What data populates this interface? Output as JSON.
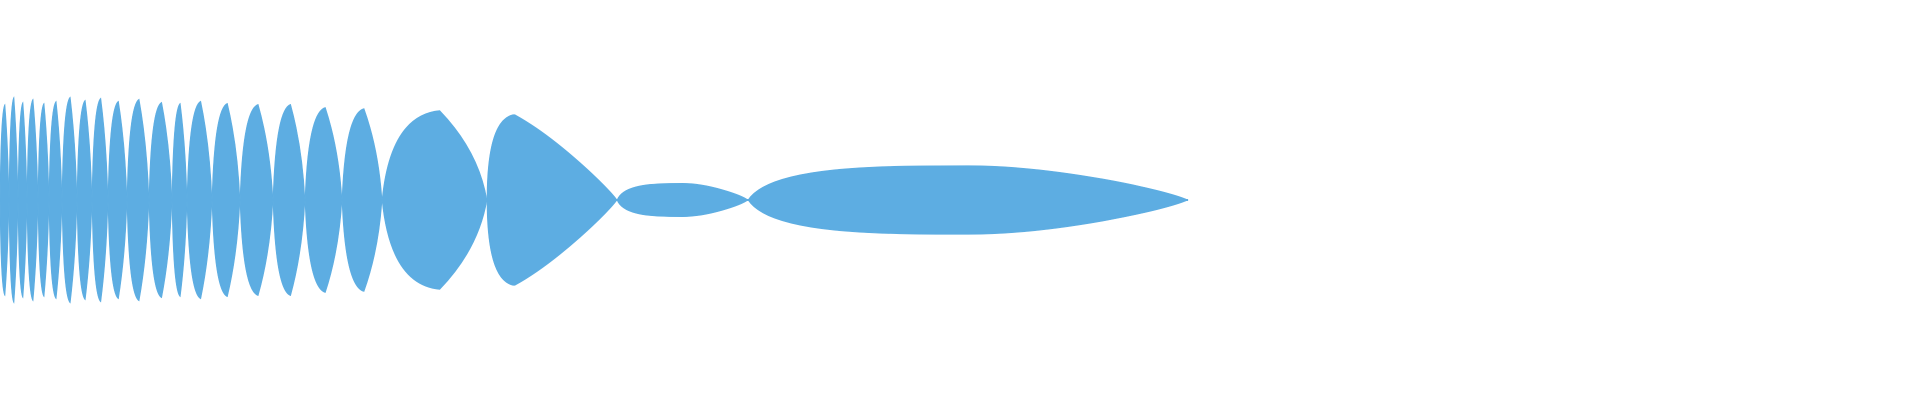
{
  "colors": {
    "background": "#ffffff",
    "waveform": "#5dade2"
  },
  "chart_data": {
    "type": "area",
    "title": "",
    "xlabel": "",
    "ylabel": "",
    "xlim": [
      0,
      1920
    ],
    "ylim": [
      -1,
      1
    ],
    "grid": false,
    "legend": "none",
    "symmetric": true,
    "series": [
      {
        "segments": [
          {
            "start": 0,
            "end": 9,
            "peak": 0.92
          },
          {
            "start": 9,
            "end": 18,
            "peak": 0.99
          },
          {
            "start": 18,
            "end": 27,
            "peak": 0.94
          },
          {
            "start": 27,
            "end": 38,
            "peak": 0.97
          },
          {
            "start": 38,
            "end": 49,
            "peak": 0.93
          },
          {
            "start": 49,
            "end": 62,
            "peak": 0.95
          },
          {
            "start": 62,
            "end": 77,
            "peak": 0.99
          },
          {
            "start": 77,
            "end": 92,
            "peak": 0.96
          },
          {
            "start": 92,
            "end": 108,
            "peak": 0.98
          },
          {
            "start": 108,
            "end": 127,
            "peak": 0.95
          },
          {
            "start": 127,
            "end": 149,
            "peak": 0.97
          },
          {
            "start": 149,
            "end": 172,
            "peak": 0.94
          },
          {
            "start": 172,
            "end": 187,
            "peak": 0.93
          },
          {
            "start": 187,
            "end": 212,
            "peak": 0.95
          },
          {
            "start": 212,
            "end": 240,
            "peak": 0.93
          },
          {
            "start": 240,
            "end": 273,
            "peak": 0.92
          },
          {
            "start": 273,
            "end": 305,
            "peak": 0.92
          },
          {
            "start": 305,
            "end": 342,
            "peak": 0.89
          },
          {
            "start": 342,
            "end": 382,
            "peak": 0.88
          },
          {
            "start": 382,
            "end": 487,
            "peak": 0.86
          },
          {
            "start": 487,
            "end": 617,
            "peak": 0.82
          },
          {
            "start": 617,
            "end": 748,
            "peak": 0.16
          },
          {
            "start": 748,
            "end": 1188,
            "peak": 0.33
          }
        ]
      }
    ]
  }
}
